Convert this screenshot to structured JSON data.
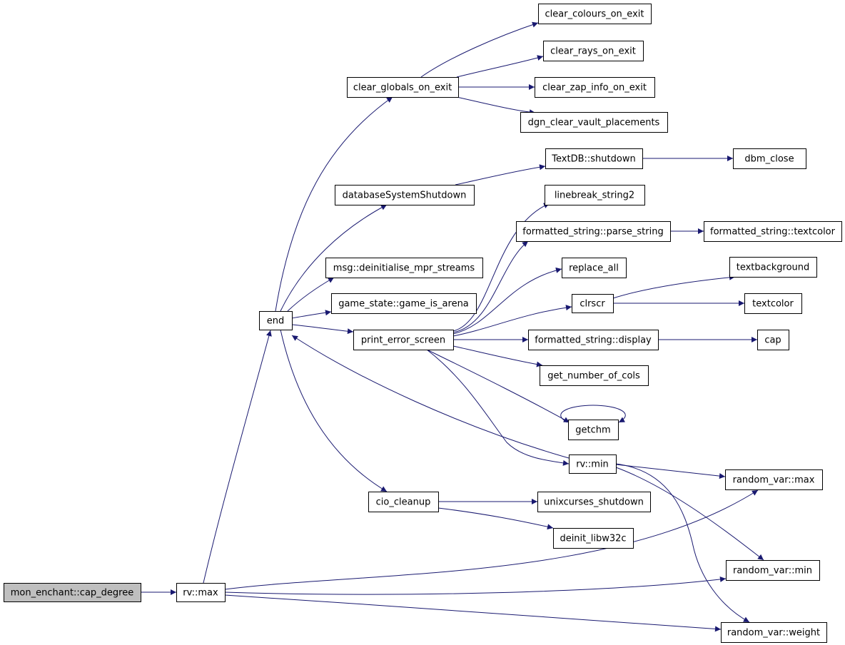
{
  "colors": {
    "edge": "#191970",
    "node_fill": "#ffffff",
    "root_fill": "#bfbfbf",
    "border": "#000000"
  },
  "nodes": [
    {
      "id": "mon_enchant",
      "label": "mon_enchant::cap_degree",
      "root": true
    },
    {
      "id": "rv_max",
      "label": "rv::max"
    },
    {
      "id": "end",
      "label": "end"
    },
    {
      "id": "clear_globals",
      "label": "clear_globals_on_exit"
    },
    {
      "id": "clear_colours",
      "label": "clear_colours_on_exit"
    },
    {
      "id": "clear_rays",
      "label": "clear_rays_on_exit"
    },
    {
      "id": "clear_zap",
      "label": "clear_zap_info_on_exit"
    },
    {
      "id": "dgn_clear",
      "label": "dgn_clear_vault_placements"
    },
    {
      "id": "textdb_shutdown",
      "label": "TextDB::shutdown"
    },
    {
      "id": "dbm_close",
      "label": "dbm_close"
    },
    {
      "id": "db_shutdown",
      "label": "databaseSystemShutdown"
    },
    {
      "id": "linebreak",
      "label": "linebreak_string2"
    },
    {
      "id": "fs_parse",
      "label": "formatted_string::parse_string"
    },
    {
      "id": "fs_textcolor",
      "label": "formatted_string::textcolor"
    },
    {
      "id": "msg_deinit",
      "label": "msg::deinitialise_mpr_streams"
    },
    {
      "id": "replace_all",
      "label": "replace_all"
    },
    {
      "id": "textbackground",
      "label": "textbackground"
    },
    {
      "id": "clrscr",
      "label": "clrscr"
    },
    {
      "id": "textcolor",
      "label": "textcolor"
    },
    {
      "id": "game_arena",
      "label": "game_state::game_is_arena"
    },
    {
      "id": "print_error",
      "label": "print_error_screen"
    },
    {
      "id": "fs_display",
      "label": "formatted_string::display"
    },
    {
      "id": "cap",
      "label": "cap"
    },
    {
      "id": "get_cols",
      "label": "get_number_of_cols"
    },
    {
      "id": "getchm",
      "label": "getchm"
    },
    {
      "id": "rv_min",
      "label": "rv::min"
    },
    {
      "id": "random_max",
      "label": "random_var::max"
    },
    {
      "id": "cio_cleanup",
      "label": "cio_cleanup"
    },
    {
      "id": "unixcurses",
      "label": "unixcurses_shutdown"
    },
    {
      "id": "deinit_libw32c",
      "label": "deinit_libw32c"
    },
    {
      "id": "random_min",
      "label": "random_var::min"
    },
    {
      "id": "random_weight",
      "label": "random_var::weight"
    }
  ],
  "edges": [
    [
      "mon_enchant",
      "rv_max"
    ],
    [
      "rv_max",
      "end"
    ],
    [
      "rv_max",
      "random_max"
    ],
    [
      "rv_max",
      "random_min"
    ],
    [
      "rv_max",
      "random_weight"
    ],
    [
      "end",
      "clear_globals"
    ],
    [
      "end",
      "db_shutdown"
    ],
    [
      "end",
      "msg_deinit"
    ],
    [
      "end",
      "game_arena"
    ],
    [
      "end",
      "print_error"
    ],
    [
      "end",
      "cio_cleanup"
    ],
    [
      "clear_globals",
      "clear_colours"
    ],
    [
      "clear_globals",
      "clear_rays"
    ],
    [
      "clear_globals",
      "clear_zap"
    ],
    [
      "clear_globals",
      "dgn_clear"
    ],
    [
      "db_shutdown",
      "textdb_shutdown"
    ],
    [
      "textdb_shutdown",
      "dbm_close"
    ],
    [
      "print_error",
      "linebreak"
    ],
    [
      "print_error",
      "fs_parse"
    ],
    [
      "print_error",
      "replace_all"
    ],
    [
      "print_error",
      "clrscr"
    ],
    [
      "print_error",
      "fs_display"
    ],
    [
      "print_error",
      "get_cols"
    ],
    [
      "print_error",
      "getchm"
    ],
    [
      "print_error",
      "rv_min"
    ],
    [
      "fs_parse",
      "fs_textcolor"
    ],
    [
      "clrscr",
      "textbackground"
    ],
    [
      "clrscr",
      "textcolor"
    ],
    [
      "fs_display",
      "cap"
    ],
    [
      "getchm",
      "getchm"
    ],
    [
      "rv_min",
      "end"
    ],
    [
      "rv_min",
      "random_max"
    ],
    [
      "rv_min",
      "random_min"
    ],
    [
      "rv_min",
      "random_weight"
    ],
    [
      "cio_cleanup",
      "unixcurses"
    ],
    [
      "cio_cleanup",
      "deinit_libw32c"
    ]
  ]
}
